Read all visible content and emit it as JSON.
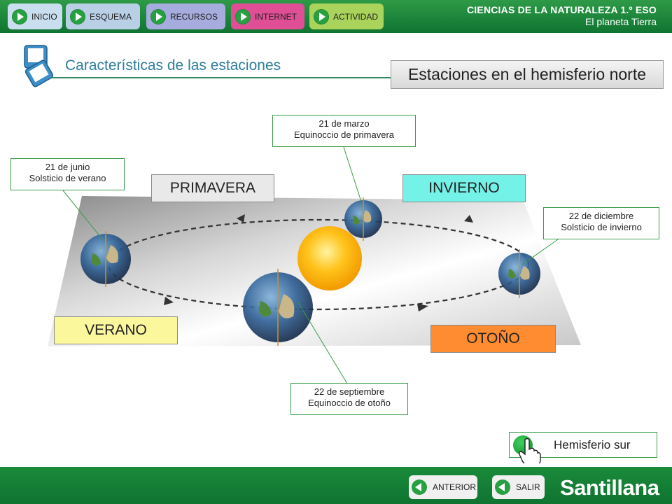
{
  "nav": {
    "items": [
      {
        "label": "INICIO",
        "color": "#c9dfef"
      },
      {
        "label": "ESQUEMA",
        "color": "#b9cfe6"
      },
      {
        "label": "RECURSOS",
        "color": "#a7acdf"
      },
      {
        "label": "INTERNET",
        "color": "#e04f95"
      },
      {
        "label": "ACTIVIDAD",
        "color": "#a9d35a"
      }
    ]
  },
  "header": {
    "subject": "CIENCIAS DE LA NATURALEZA 1.º ESO",
    "unit": "El planeta Tierra"
  },
  "page": {
    "title": "Características de las estaciones",
    "section": "Estaciones en el hemisferio norte"
  },
  "callouts": {
    "march": {
      "date": "21 de marzo",
      "event": "Equinoccio de primavera"
    },
    "june": {
      "date": "21 de junio",
      "event": "Solsticio de verano"
    },
    "december": {
      "date": "22  de diciembre",
      "event": "Solsticio de invierno"
    },
    "september": {
      "date": "22  de septiembre",
      "event": "Equinoccio de otoño"
    }
  },
  "seasons": {
    "spring": {
      "label": "PRIMAVERA",
      "color": "#e9e9e9"
    },
    "winter": {
      "label": "INVIERNO",
      "color": "#74f2e7"
    },
    "summer": {
      "label": "VERANO",
      "color": "#fbf79d"
    },
    "autumn": {
      "label": "OTOÑO",
      "color": "#ff8c30"
    }
  },
  "hemisphere_button": {
    "label": "Hemisferio sur"
  },
  "footer": {
    "prev_label": "ANTERIOR",
    "exit_label": "SALIR",
    "brand": "Santillana"
  },
  "colors": {
    "brand_green": "#0f7431",
    "accent_blue": "#2f7d9b",
    "callout_border": "#3a9b48"
  }
}
